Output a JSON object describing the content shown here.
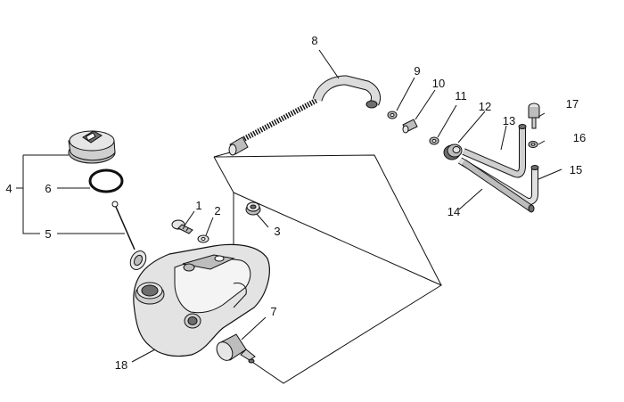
{
  "callouts": {
    "c1": "1",
    "c2": "2",
    "c3": "3",
    "c4": "4",
    "c5": "5",
    "c6": "6",
    "c7": "7",
    "c8": "8",
    "c9": "9",
    "c10": "10",
    "c11": "11",
    "c12": "12",
    "c13": "13",
    "c14": "14",
    "c15": "15",
    "c16": "16",
    "c17": "17",
    "c18": "18"
  },
  "colors": {
    "line": "#111111",
    "part_light": "#e6e6e6",
    "part_mid": "#bdbdbd",
    "part_dark": "#6e6e6e"
  }
}
